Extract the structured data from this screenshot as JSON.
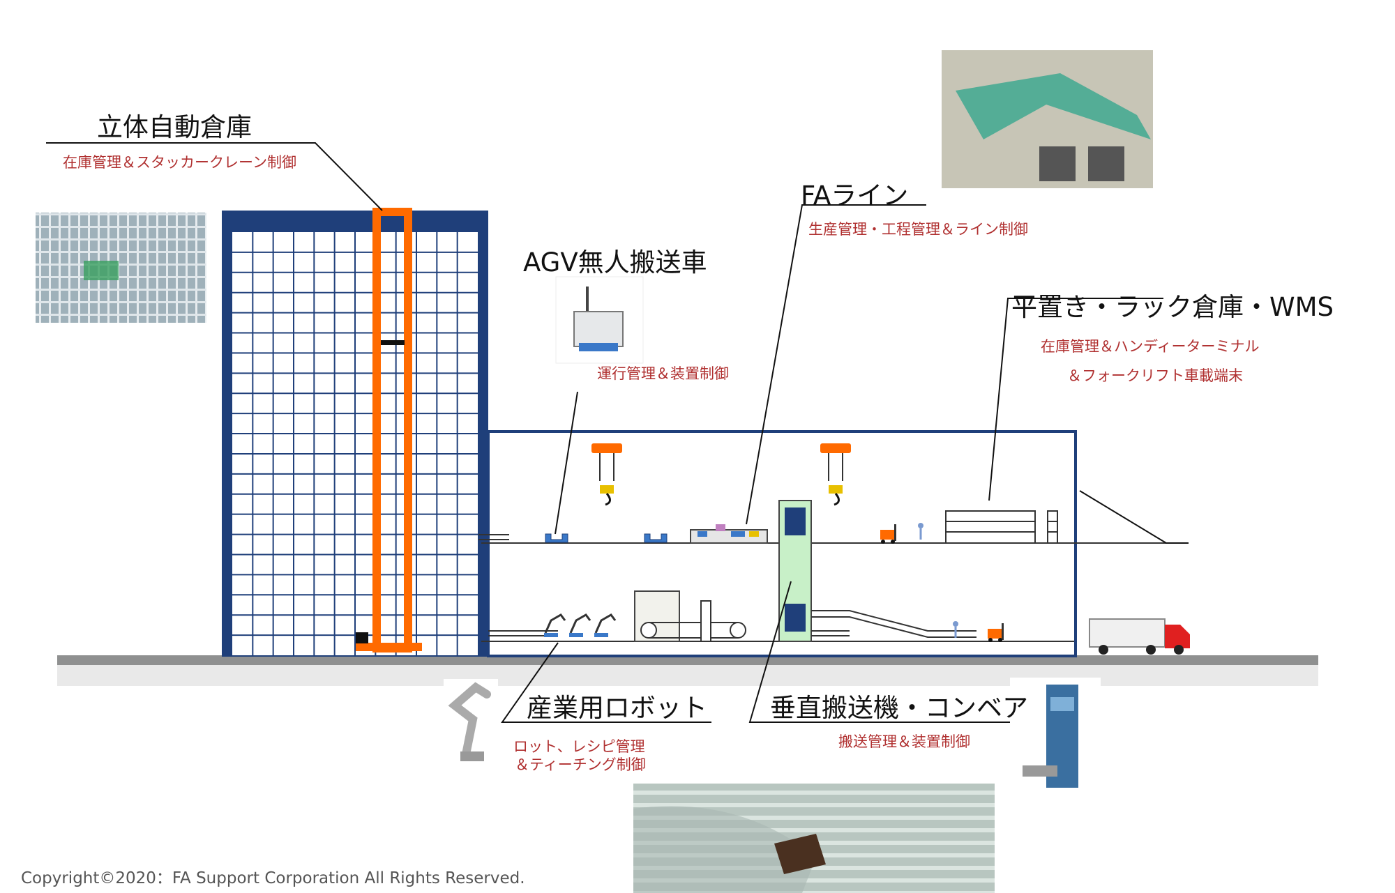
{
  "asrs": {
    "title": "立体自動倉庫",
    "sub": "在庫管理＆スタッカークレーン制御"
  },
  "agv": {
    "title": "AGV無人搬送車",
    "sub": "運行管理＆装置制御"
  },
  "fa": {
    "title": "FAライン",
    "sub": "生産管理・工程管理＆ライン制御"
  },
  "flat": {
    "title": "平置き・ラック倉庫・WMS",
    "sub1": "在庫管理＆ハンディーターミナル",
    "sub2": "＆フォークリフト車載端末"
  },
  "robot": {
    "title": "産業用ロボット",
    "sub1": "ロット、レシピ管理",
    "sub2": "＆ティーチング制御"
  },
  "vertical": {
    "title": "垂直搬送機・コンベア",
    "sub": "搬送管理＆装置制御"
  },
  "copyright": "Copyright©2020：FA Support Corporation All Rights Reserved.",
  "colors": {
    "frame": "#1f3f7a",
    "crane": "#ff6a00",
    "lift": "#c8f0c8",
    "label": "#b03030",
    "truck": "#e02020"
  }
}
